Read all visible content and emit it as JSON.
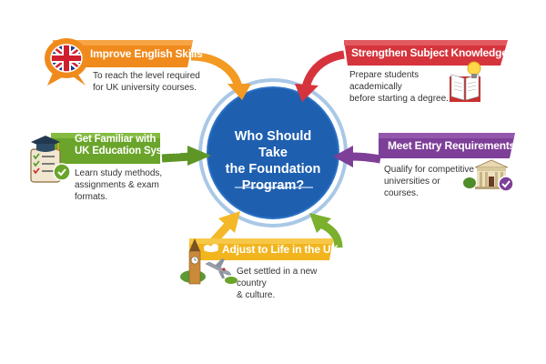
{
  "center": {
    "title_lines": [
      "Who Should Take",
      "the Foundation",
      "Program?"
    ]
  },
  "items": [
    {
      "id": "english",
      "title": "Improve English Skills",
      "description_lines": [
        "To reach the level required",
        "for UK university courses."
      ],
      "icon": "uk-flag-speech-bubble-icon",
      "color": "#f08a1c"
    },
    {
      "id": "knowledge",
      "title": "Strengthen Subject Knowledge",
      "description_lines": [
        "Prepare students academically",
        "before starting a degree."
      ],
      "icon": "open-book-lightbulb-icon",
      "color": "#d6343c"
    },
    {
      "id": "education",
      "title_lines": [
        "Get Familiar with",
        "UK Education System"
      ],
      "description_lines": [
        "Learn study methods,",
        "assignments & exam formats."
      ],
      "icon": "graduation-cap-checklist-icon",
      "color": "#6aa42a"
    },
    {
      "id": "entry",
      "title": "Meet Entry Requirements",
      "description_lines": [
        "Qualify for competitive",
        "universities or courses."
      ],
      "icon": "university-building-check-icon",
      "color": "#7e3f98"
    },
    {
      "id": "life",
      "title": "Adjust to Life in the UK",
      "description_lines": [
        "Get settled in a new country",
        "& culture."
      ],
      "icon": "big-ben-airplane-icon",
      "color": "#f2b51e"
    }
  ],
  "colors": {
    "center_fill": "#1e5fb0",
    "center_ring": "#a9c8e6",
    "orange": "#f08a1c",
    "red": "#d6343c",
    "green": "#6aa42a",
    "purple": "#7e3f98",
    "yellow": "#f2b51e"
  }
}
